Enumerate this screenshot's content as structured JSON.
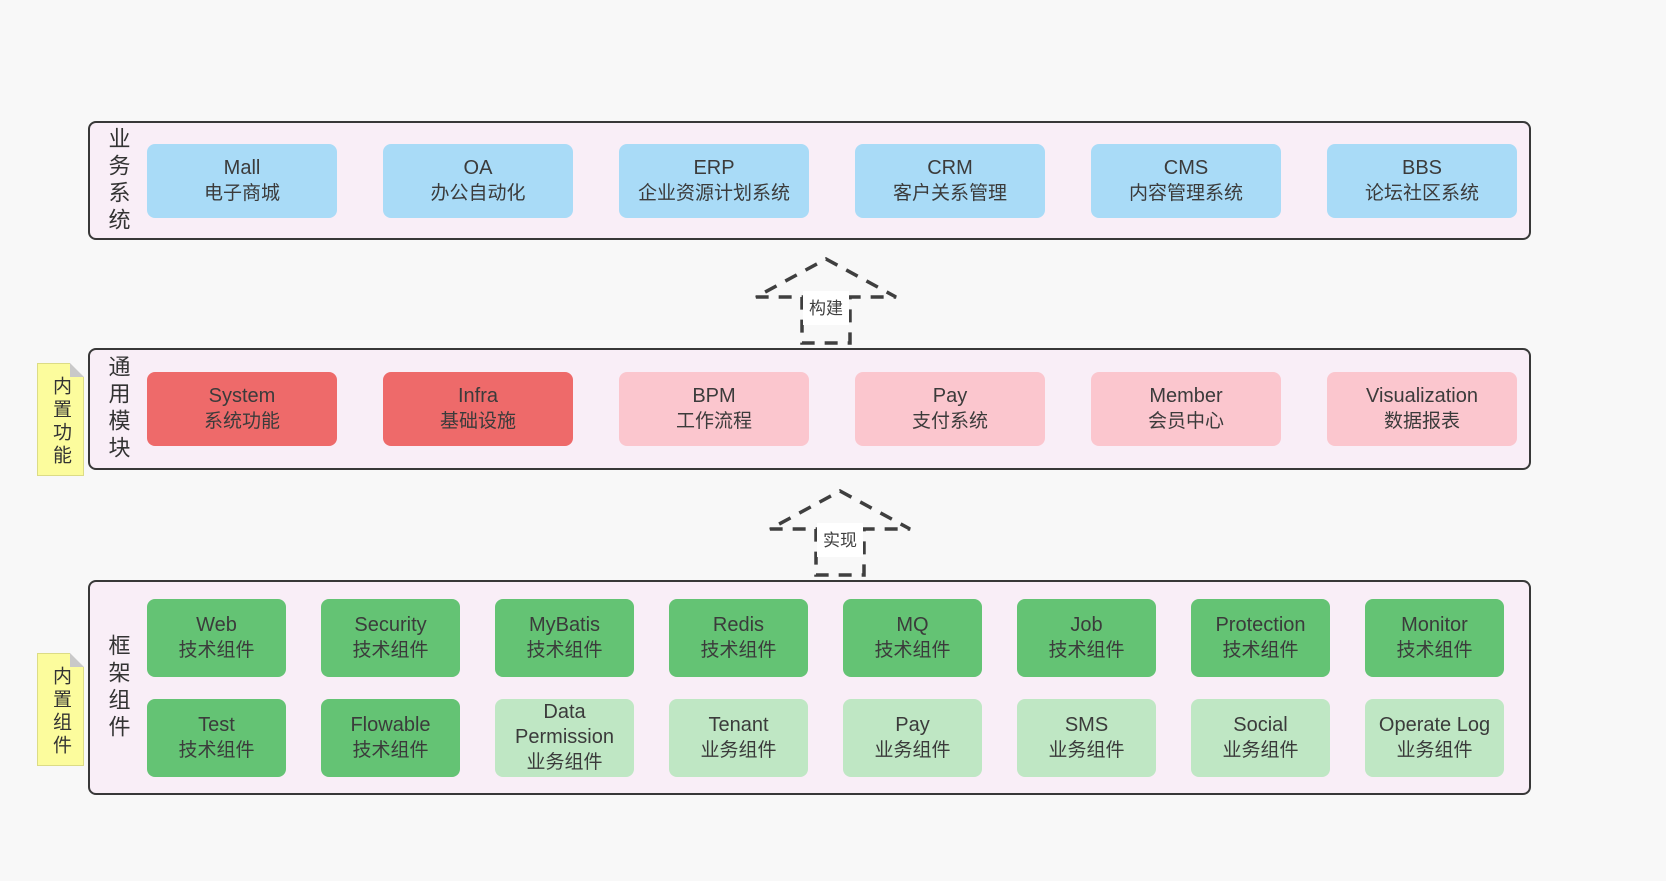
{
  "colors": {
    "page-bg": "#f8f8f8",
    "panel": "#f9eef7",
    "panel-border": "#383838",
    "blue": "#a9dbf7",
    "red": "#ee6a6a",
    "pink": "#fbc6ce",
    "green": "#64c374",
    "lightgreen": "#bfe7c4",
    "yellow": "#fcfc9d",
    "text": "#3b3b3b"
  },
  "sections": [
    {
      "name": "business-systems",
      "label": "业务系统",
      "note": null,
      "rows": [
        [
          {
            "title": "Mall",
            "subtitle": "电子商城",
            "variant": "blue"
          },
          {
            "title": "OA",
            "subtitle": "办公自动化",
            "variant": "blue"
          },
          {
            "title": "ERP",
            "subtitle": "企业资源计划系统",
            "variant": "blue"
          },
          {
            "title": "CRM",
            "subtitle": "客户关系管理",
            "variant": "blue"
          },
          {
            "title": "CMS",
            "subtitle": "内容管理系统",
            "variant": "blue"
          },
          {
            "title": "BBS",
            "subtitle": "论坛社区系统",
            "variant": "blue"
          }
        ]
      ]
    },
    {
      "name": "common-modules",
      "label": "通用模块",
      "note": "内置功能",
      "rows": [
        [
          {
            "title": "System",
            "subtitle": "系统功能",
            "variant": "red"
          },
          {
            "title": "Infra",
            "subtitle": "基础设施",
            "variant": "red"
          },
          {
            "title": "BPM",
            "subtitle": "工作流程",
            "variant": "pink"
          },
          {
            "title": "Pay",
            "subtitle": "支付系统",
            "variant": "pink"
          },
          {
            "title": "Member",
            "subtitle": "会员中心",
            "variant": "pink"
          },
          {
            "title": "Visualization",
            "subtitle": "数据报表",
            "variant": "pink"
          }
        ]
      ]
    },
    {
      "name": "framework-components",
      "label": "框架组件",
      "note": "内置组件",
      "rows": [
        [
          {
            "title": "Web",
            "subtitle": "技术组件",
            "variant": "green"
          },
          {
            "title": "Security",
            "subtitle": "技术组件",
            "variant": "green"
          },
          {
            "title": "MyBatis",
            "subtitle": "技术组件",
            "variant": "green"
          },
          {
            "title": "Redis",
            "subtitle": "技术组件",
            "variant": "green"
          },
          {
            "title": "MQ",
            "subtitle": "技术组件",
            "variant": "green"
          },
          {
            "title": "Job",
            "subtitle": "技术组件",
            "variant": "green"
          },
          {
            "title": "Protection",
            "subtitle": "技术组件",
            "variant": "green"
          },
          {
            "title": "Monitor",
            "subtitle": "技术组件",
            "variant": "green"
          }
        ],
        [
          {
            "title": "Test",
            "subtitle": "技术组件",
            "variant": "green"
          },
          {
            "title": "Flowable",
            "subtitle": "技术组件",
            "variant": "green"
          },
          {
            "title": "Data Permission",
            "subtitle": "业务组件",
            "variant": "lightgreen"
          },
          {
            "title": "Tenant",
            "subtitle": "业务组件",
            "variant": "lightgreen"
          },
          {
            "title": "Pay",
            "subtitle": "业务组件",
            "variant": "lightgreen"
          },
          {
            "title": "SMS",
            "subtitle": "业务组件",
            "variant": "lightgreen"
          },
          {
            "title": "Social",
            "subtitle": "业务组件",
            "variant": "lightgreen"
          },
          {
            "title": "Operate Log",
            "subtitle": "业务组件",
            "variant": "lightgreen"
          }
        ]
      ]
    }
  ],
  "arrows": [
    {
      "label": "构建"
    },
    {
      "label": "实现"
    }
  ]
}
